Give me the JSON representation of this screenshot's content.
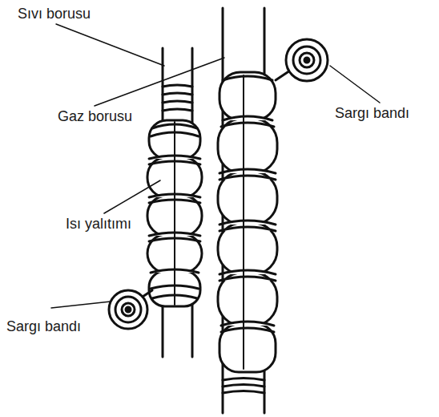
{
  "diagram": {
    "labels": [
      "Sıvı borusu",
      "Gaz borusu",
      "Isı yalıtımı",
      "Sargı bandı",
      "Sargı bandı"
    ]
  }
}
